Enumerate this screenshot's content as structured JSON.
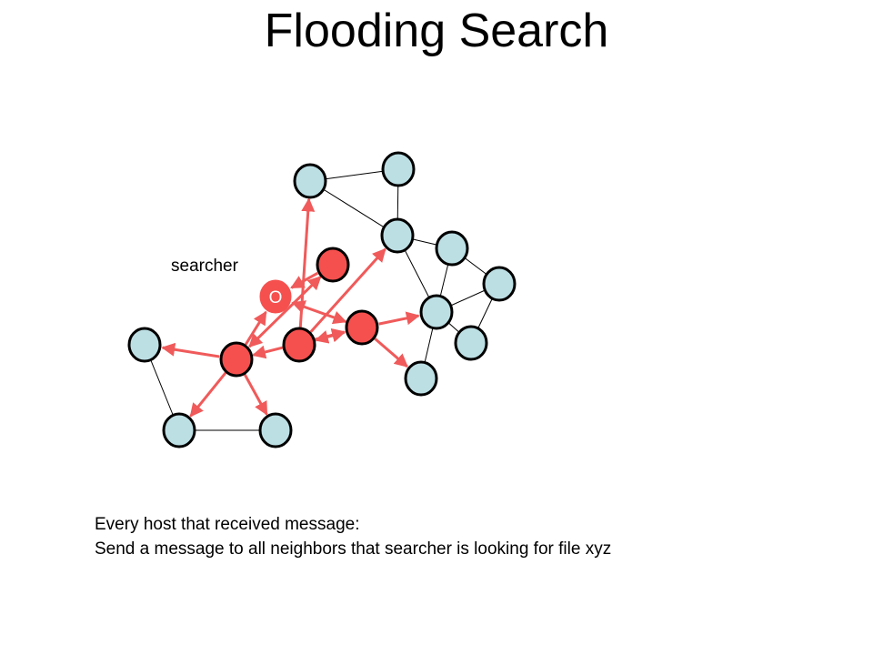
{
  "slide": {
    "title": "Flooding Search",
    "searcher_label": "searcher",
    "origin_mark": "O",
    "caption_lines": [
      "Every host that received message:",
      "Send a message to all neighbors that searcher is looking for file xyz"
    ]
  },
  "colors": {
    "visited_node": "#f5504e",
    "unvisited_node": "#bcdfe4",
    "node_stroke": "#000000",
    "arrow": "#f05a5a",
    "edge": "#000000"
  },
  "graph": {
    "nodes": [
      {
        "id": "origin",
        "state": "visited",
        "origin": true
      },
      {
        "id": "n1",
        "state": "visited"
      },
      {
        "id": "n2",
        "state": "visited"
      },
      {
        "id": "n3",
        "state": "visited"
      },
      {
        "id": "n4",
        "state": "visited"
      },
      {
        "id": "u_far_left",
        "state": "unvisited"
      },
      {
        "id": "u_bottom_left",
        "state": "unvisited"
      },
      {
        "id": "u_bottom_mid",
        "state": "unvisited"
      },
      {
        "id": "u_top_left",
        "state": "unvisited"
      },
      {
        "id": "u_top_right",
        "state": "unvisited"
      },
      {
        "id": "u_mid",
        "state": "unvisited"
      },
      {
        "id": "u_right1",
        "state": "unvisited"
      },
      {
        "id": "u_right2",
        "state": "unvisited"
      },
      {
        "id": "u_right3",
        "state": "unvisited"
      },
      {
        "id": "u_right4",
        "state": "unvisited"
      },
      {
        "id": "u_bottom_right",
        "state": "unvisited"
      }
    ],
    "plain_edges": [
      [
        "u_top_left",
        "u_top_right"
      ],
      [
        "u_top_left",
        "u_mid"
      ],
      [
        "u_top_right",
        "u_mid"
      ],
      [
        "u_mid",
        "u_right1"
      ],
      [
        "u_mid",
        "u_right3"
      ],
      [
        "u_right1",
        "u_right2"
      ],
      [
        "u_right1",
        "u_right3"
      ],
      [
        "u_right2",
        "u_right3"
      ],
      [
        "u_right2",
        "u_right4"
      ],
      [
        "u_right3",
        "u_right4"
      ],
      [
        "u_right3",
        "u_bottom_right"
      ],
      [
        "u_far_left",
        "u_bottom_left"
      ],
      [
        "u_bottom_left",
        "u_bottom_mid"
      ]
    ],
    "arrows": [
      {
        "from": "n3",
        "to": "origin",
        "both": false
      },
      {
        "from": "n1",
        "to": "origin",
        "both": true
      },
      {
        "from": "n3",
        "to": "n1",
        "both": true
      },
      {
        "from": "n4",
        "to": "u_top_left",
        "both": false
      },
      {
        "from": "n4",
        "to": "u_mid",
        "both": false
      },
      {
        "from": "n4",
        "to": "n1",
        "both": true
      },
      {
        "from": "n1",
        "to": "u_right3",
        "both": false
      },
      {
        "from": "n1",
        "to": "u_bottom_right",
        "both": false
      },
      {
        "from": "n2",
        "to": "n3",
        "both": true
      },
      {
        "from": "n3",
        "to": "u_far_left",
        "both": false
      },
      {
        "from": "n3",
        "to": "u_bottom_left",
        "both": false
      },
      {
        "from": "n3",
        "to": "u_bottom_mid",
        "both": false
      },
      {
        "from": "n2",
        "to": "origin",
        "both": false
      }
    ]
  }
}
